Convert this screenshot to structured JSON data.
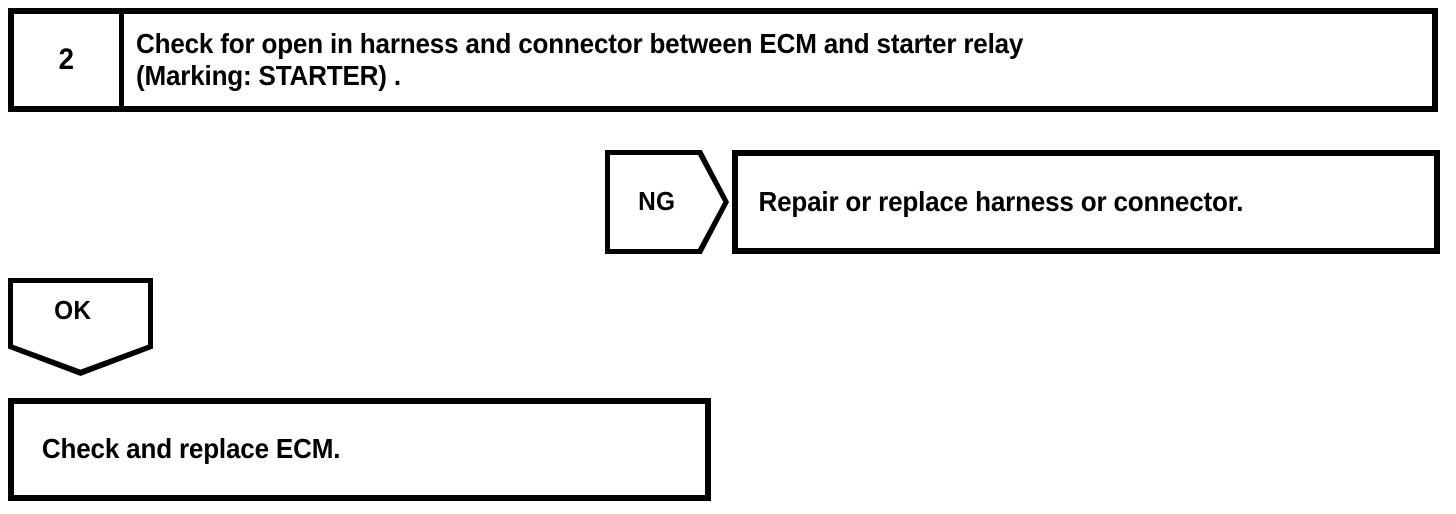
{
  "page": {
    "type": "automotive-diagnostic-flowchart",
    "background_color": "#ffffff",
    "ink_color": "#000000"
  },
  "step": {
    "number": "2",
    "line1": "Check for open in harness and connector between ECM and starter relay",
    "line2": "(Marking: STARTER) ."
  },
  "branches": {
    "ng": {
      "label": "NG",
      "direction": "right",
      "result": "Repair or replace harness or connector."
    },
    "ok": {
      "label": "OK",
      "direction": "down",
      "result": "Check and replace ECM."
    }
  }
}
